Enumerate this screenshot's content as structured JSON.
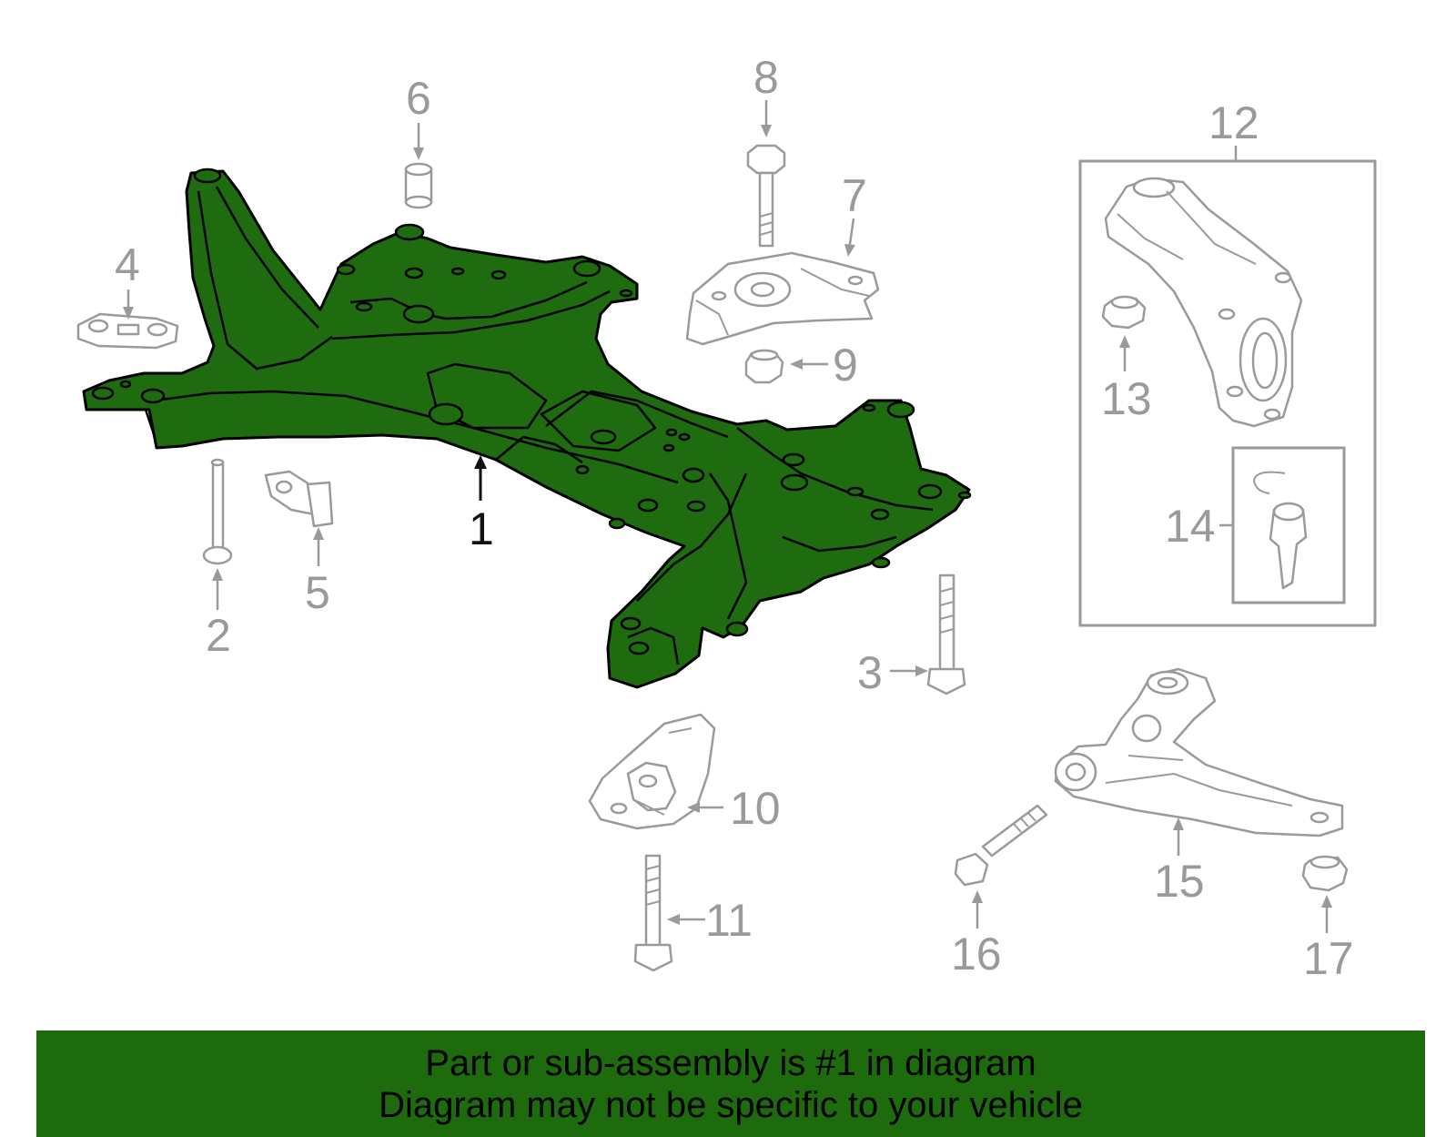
{
  "diagram": {
    "callouts": {
      "c1": "1",
      "c2": "2",
      "c3": "3",
      "c4": "4",
      "c5": "5",
      "c6": "6",
      "c7": "7",
      "c8": "8",
      "c9": "9",
      "c10": "10",
      "c11": "11",
      "c12": "12",
      "c13": "13",
      "c14": "14",
      "c15": "15",
      "c16": "16",
      "c17": "17"
    },
    "highlight_color": "#1f6b10",
    "line_color": "#9a9a9a"
  },
  "banner": {
    "line1": "Part or sub-assembly is #1 in diagram",
    "line2": "Diagram may not be specific to your vehicle",
    "background": "#1d6b0d"
  }
}
